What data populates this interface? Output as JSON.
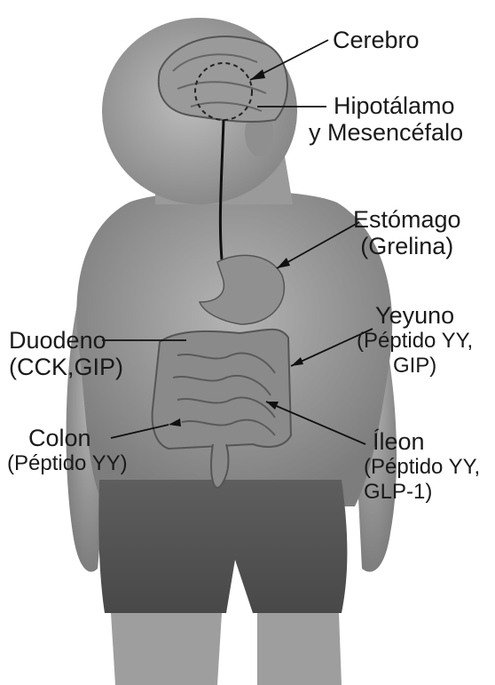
{
  "labels": {
    "cerebro": "Cerebro",
    "hipotalamo_line1": "Hipotálamo",
    "hipotalamo_line2": "y Mesencéfalo",
    "estomago": "Estómago",
    "estomago_hormone": "(Grelina)",
    "yeyuno": "Yeyuno",
    "yeyuno_hormone_line1": "(Péptido YY,",
    "yeyuno_hormone_line2": "GIP)",
    "duodeno": "Duodeno",
    "duodeno_hormone": "(CCK,GIP)",
    "colon": "Colon",
    "colon_hormone": "(Péptido YY)",
    "ileon": "Íleon",
    "ileon_hormone_line1": "(Péptido YY,",
    "ileon_hormone_line2": "GLP-1)"
  }
}
